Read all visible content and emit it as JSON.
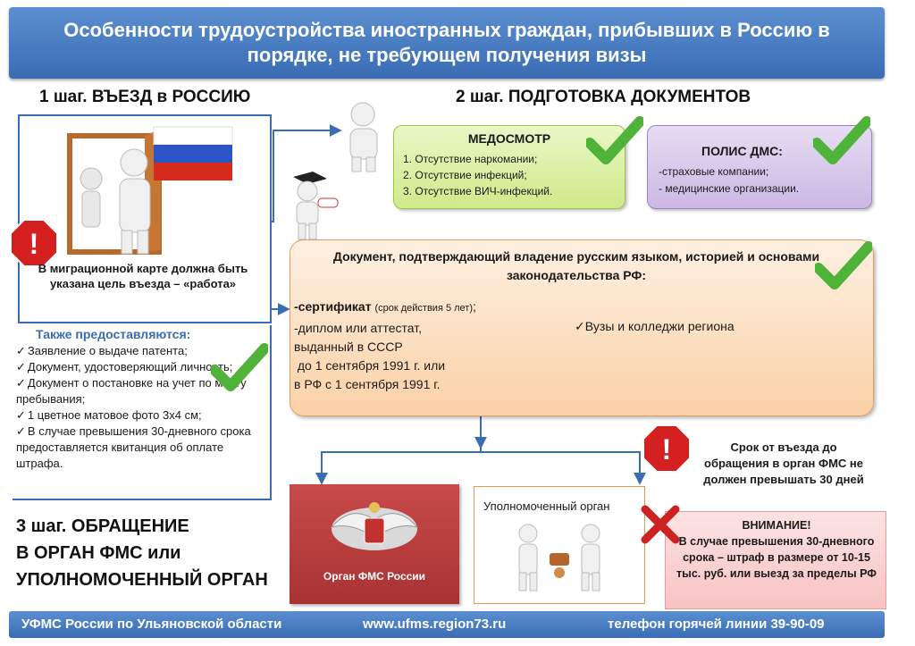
{
  "title": "Особенности трудоустройства иностранных граждан, прибывших в Россию в порядке, не требующем получения визы",
  "step1": {
    "heading": "1 шаг. ВЪЕЗД в РОССИЮ",
    "note": "В миграционной карте должна быть указана  цель въезда – «работа»"
  },
  "also": {
    "title": "Также предоставляются:",
    "items": [
      "Заявление о выдаче патента;",
      "Документ, удостоверяющий личность;",
      "Документ о постановке на учет по месту пребывания;",
      "1  цветное матовое фото 3х4 см;",
      "В случае превышения 30-дневного срока предоставляется  квитанция об оплате штрафа."
    ]
  },
  "step2": {
    "heading": "2 шаг. ПОДГОТОВКА  ДОКУМЕНТОВ",
    "med": {
      "title": "МЕДОСМОТР",
      "items": [
        "1. Отсутствие наркомании;",
        "2. Отсутствие инфекций;",
        "3. Отсутствие ВИЧ-инфекций."
      ]
    },
    "dms": {
      "title": "ПОЛИС ДМС:",
      "items": [
        "-страховые компании;",
        "- медицинские организации."
      ]
    },
    "doc": {
      "title": "Документ, подтверждающий владение русским языком, историей и основами законодательства РФ:",
      "cert_bold": "-сертификат",
      "cert_small": "(срок действия 5 лет)",
      "cert_end": ";",
      "lines": [
        "-диплом или аттестат,",
        "выданный в СССР",
        " до 1 сентября 1991 г. или",
        "в РФ с 1 сентября 1991 г."
      ],
      "vuz": "✓Вузы  и колледжи региона"
    }
  },
  "step3": {
    "line1": "3 шаг. ОБРАЩЕНИЕ",
    "line2": "В ОРГАН ФМС или",
    "line3": "УПОЛНОМОЧЕННЫЙ ОРГАН",
    "fms_label": "Орган ФМС  России",
    "auth_label": "Уполномоченный  орган"
  },
  "deadline": "Срок от въезда до обращения в орган ФМС не должен превышать 30 дней",
  "warning": {
    "title": "ВНИМАНИЕ!",
    "text": "В случае превышения 30-дневного срока – штраф в размере от 10-15 тыс. руб. или выезд за пределы РФ"
  },
  "footer": {
    "org": "УФМС России по Ульяновской области",
    "site": "www.ufms.region73.ru",
    "phone": "телефон горячей линии 39-90-09"
  },
  "colors": {
    "banner": "#4a7dc4",
    "check": "#4fb33a",
    "alert": "#d42020"
  }
}
